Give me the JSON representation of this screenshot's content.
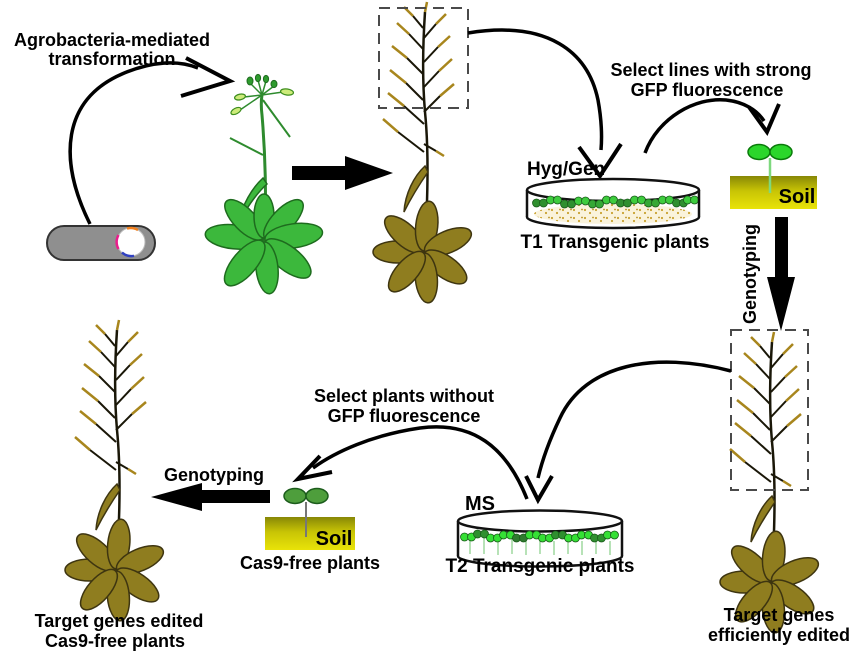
{
  "figure": {
    "description": "CRISPR workflow diagram: Agrobacteria transformation to Cas9-free edited Arabidopsis plants"
  },
  "transformation": {
    "label_line1": "Agrobacteria-mediated",
    "label_line2": "transformation"
  },
  "t1_stage": {
    "plate_label": "Hyg/Gen",
    "plate_caption": "T1 Transgenic plants",
    "select_line1": "Select lines with strong",
    "select_line2": "GFP fluorescence",
    "soil_label": "Soil",
    "genotyping_label": "Genotyping",
    "result_line1": "Target genes",
    "result_line2": "efficiently edited"
  },
  "t2_stage": {
    "plate_label": "MS",
    "plate_caption": "T2 Transgenic plants",
    "select_line1": "Select plants without",
    "select_line2": "GFP fluorescence",
    "soil_label": "Soil",
    "seedling_caption": "Cas9-free plants",
    "genotyping_label": "Genotyping",
    "result_line1": "Target genes edited",
    "result_line2": "Cas9-free plants"
  },
  "colors": {
    "background": "#FFFFFF",
    "text": "#000000",
    "arrow_black": "#000000",
    "healthy_plant_green": "#3CB83C",
    "gfp_seedling_green": "#2BD62B",
    "cas9free_seedling_green": "#4E9E3C",
    "mature_plant_olive": "#8F7D1F",
    "silique_gold": "#A8861D",
    "soil_yellow_light": "#E9E309",
    "soil_yellow_dark": "#878706",
    "agrobacterium_gray": "#8F8F8F",
    "plate_medium_tan": "#C9A230"
  }
}
